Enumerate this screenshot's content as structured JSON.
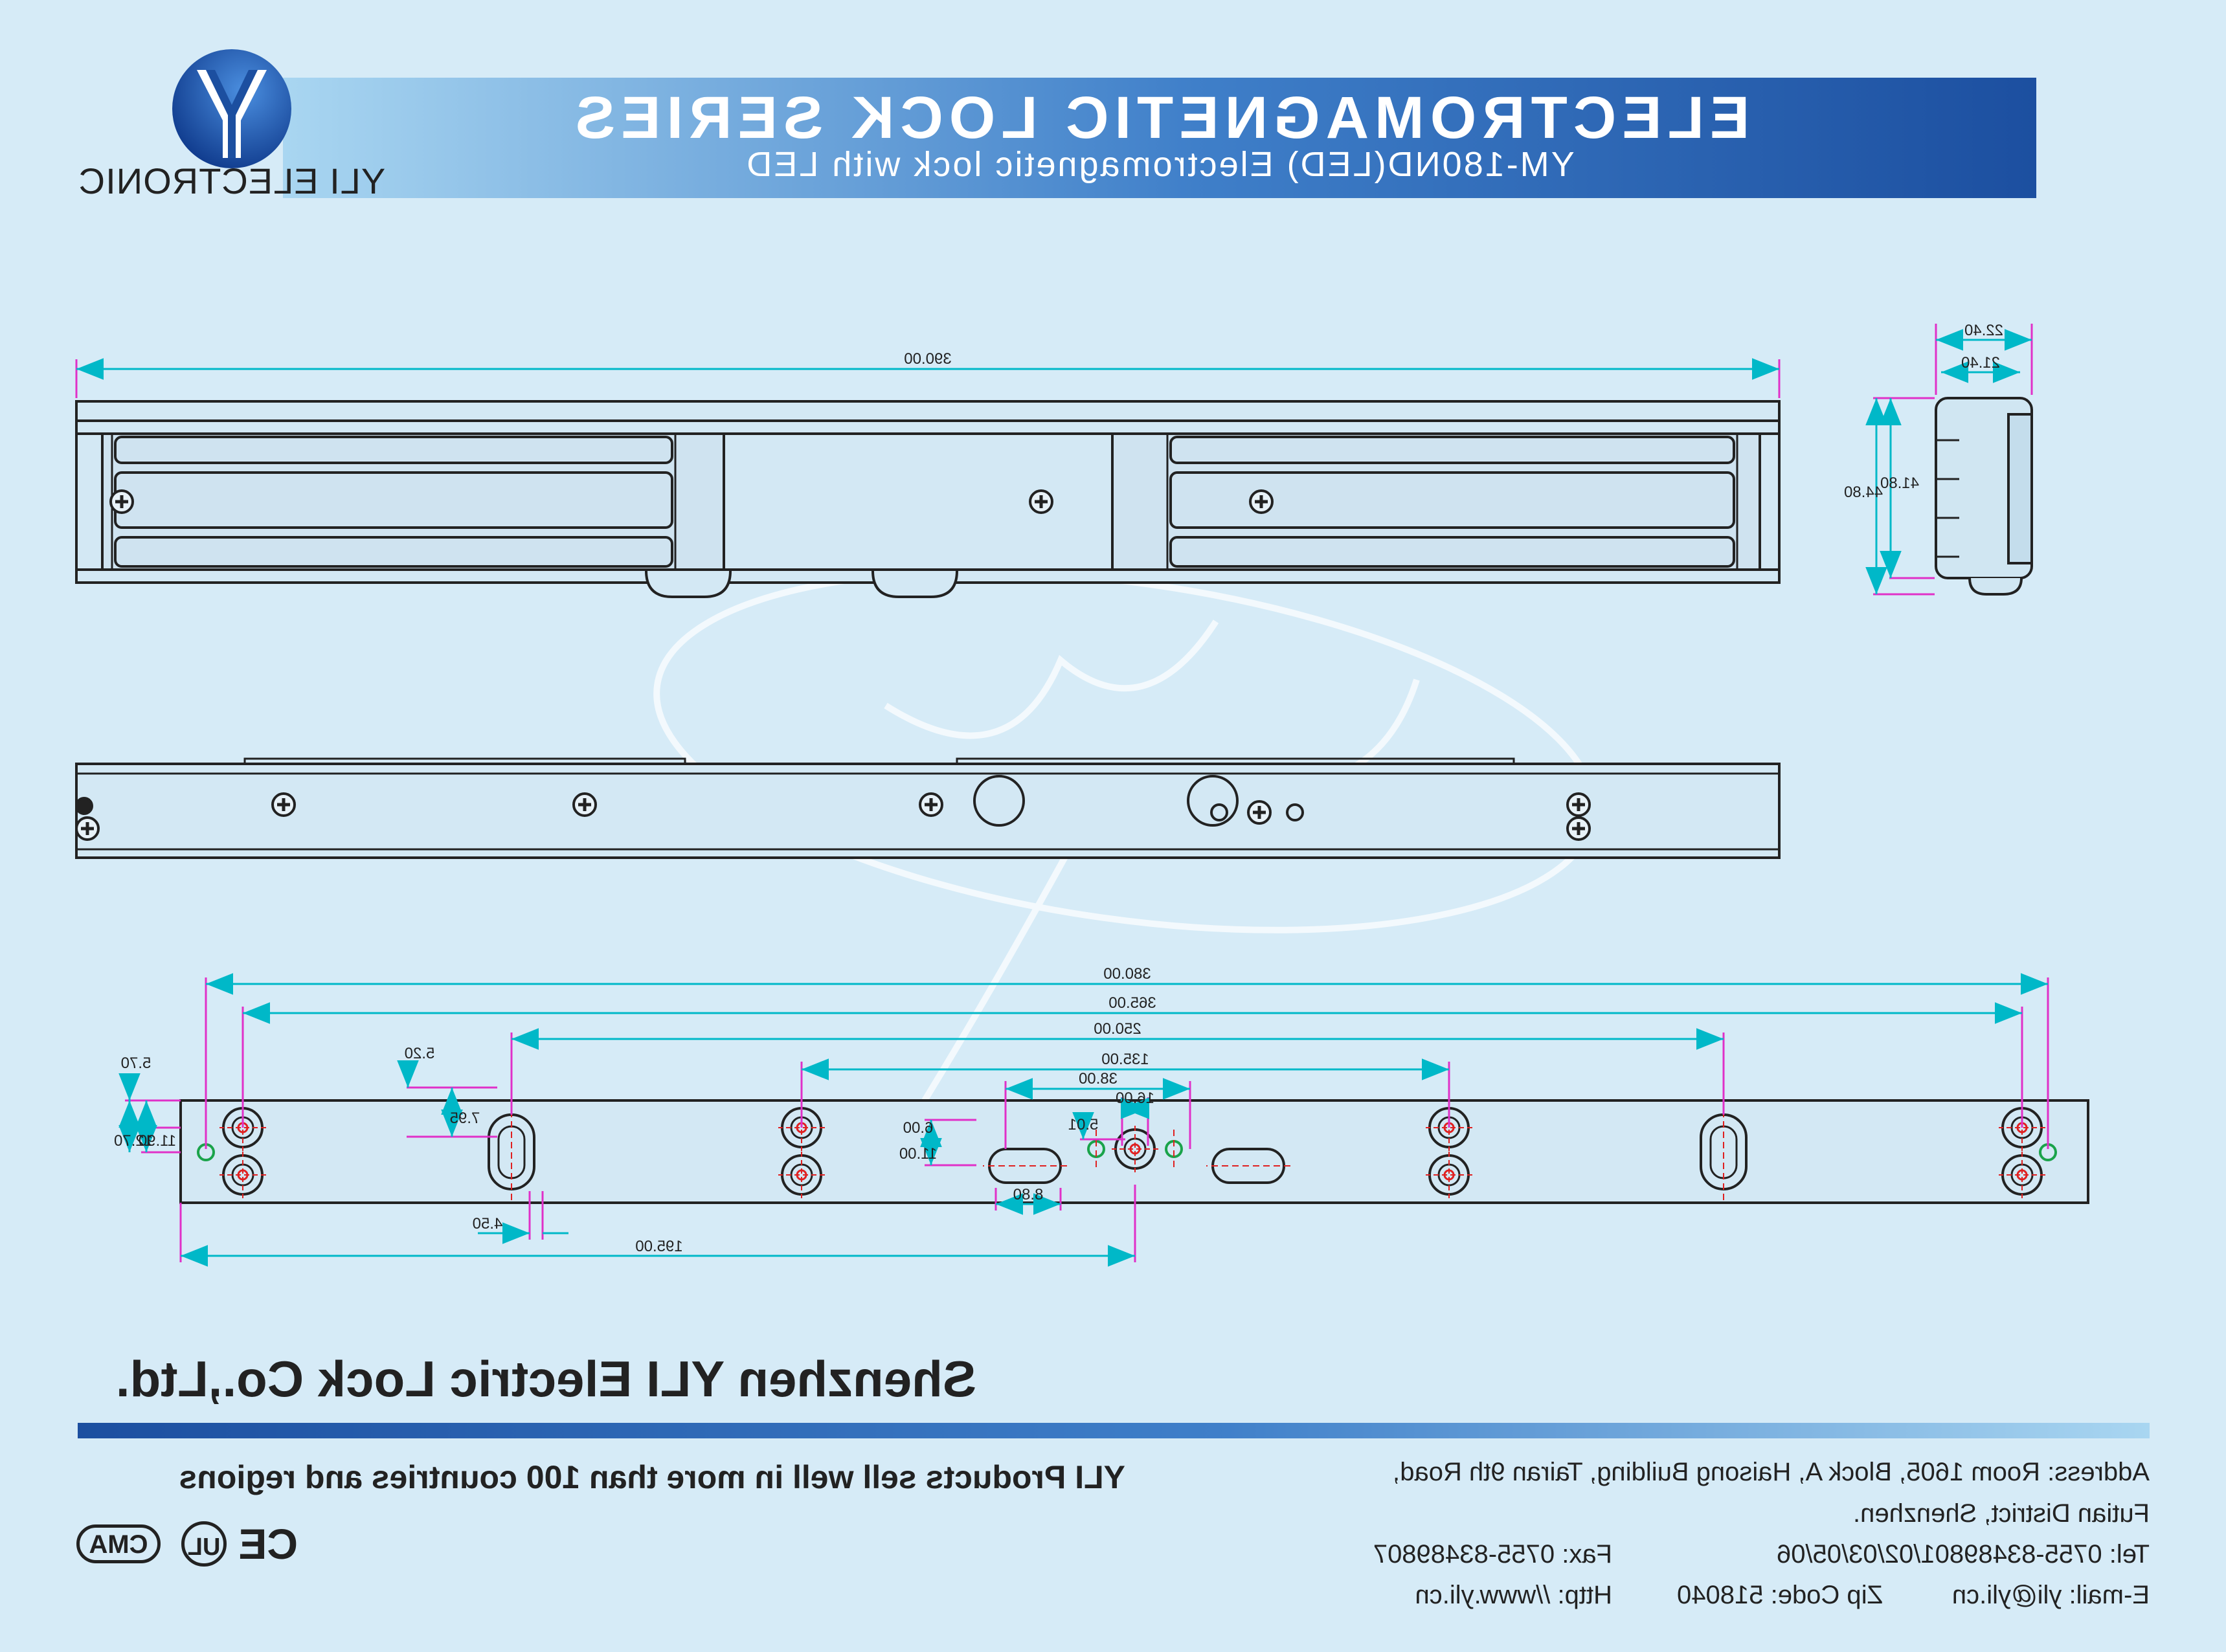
{
  "header": {
    "series_title": "ELECTROMAGNETIC LOCK SERIES",
    "model_subtitle": "YM-180ND(LED) Electromagnetic lock with  LED"
  },
  "brand": {
    "logo_text": "YLI ELECTRONIC",
    "logo_icon": "yli-y-logo-icon"
  },
  "dimensions": {
    "side_width_outer": "22.40",
    "side_width_inner": "21.40",
    "side_height_inner": "41.80",
    "side_height_outer": "44.80",
    "total_length": "390.00",
    "span_380": "380.00",
    "span_365": "365.00",
    "span_250": "250.00",
    "span_135": "135.00",
    "span_38": "38.00",
    "span_16": "16.00",
    "v_5_20": "5.20",
    "v_7_95": "7.95",
    "v_5_70": "5.70",
    "v_11_90": "11.90",
    "v_12_70": "12.70",
    "v_6_00": "6.00",
    "v_11_00": "11.00",
    "v_5_01": "5.01",
    "slot_8_80": "8.80",
    "offset_4_50": "4.50",
    "half_195": "195.00"
  },
  "footer": {
    "company": "Shenzhen YLI Electric Lock Co.,Ltd.",
    "slogan": "YLI Products sell well in more than 100 countries and regions",
    "address_line1": "Address: Room 1605, Block A, Haisong Building, Tairan 9th Road,",
    "address_line2": "Futian District, Shenzhen.",
    "tel": "Tel: 0755-83489801/02/03/05/06",
    "fax": "Fax: 0755-83489807",
    "email": "E-mail: yli@yli.cn",
    "zip": "Zip Code: 518040",
    "http": "Http: //www.yli.cn",
    "certifications": [
      "CE",
      "UL",
      "CMA"
    ]
  },
  "colors": {
    "background": "#d6ebf7",
    "banner_dark": "#1c4fa0",
    "banner_light": "#a9d6f1",
    "dimension_cyan": "#00d8e0",
    "extension_magenta": "#e030c8",
    "centerline_red": "#e02020",
    "outline": "#222222"
  }
}
